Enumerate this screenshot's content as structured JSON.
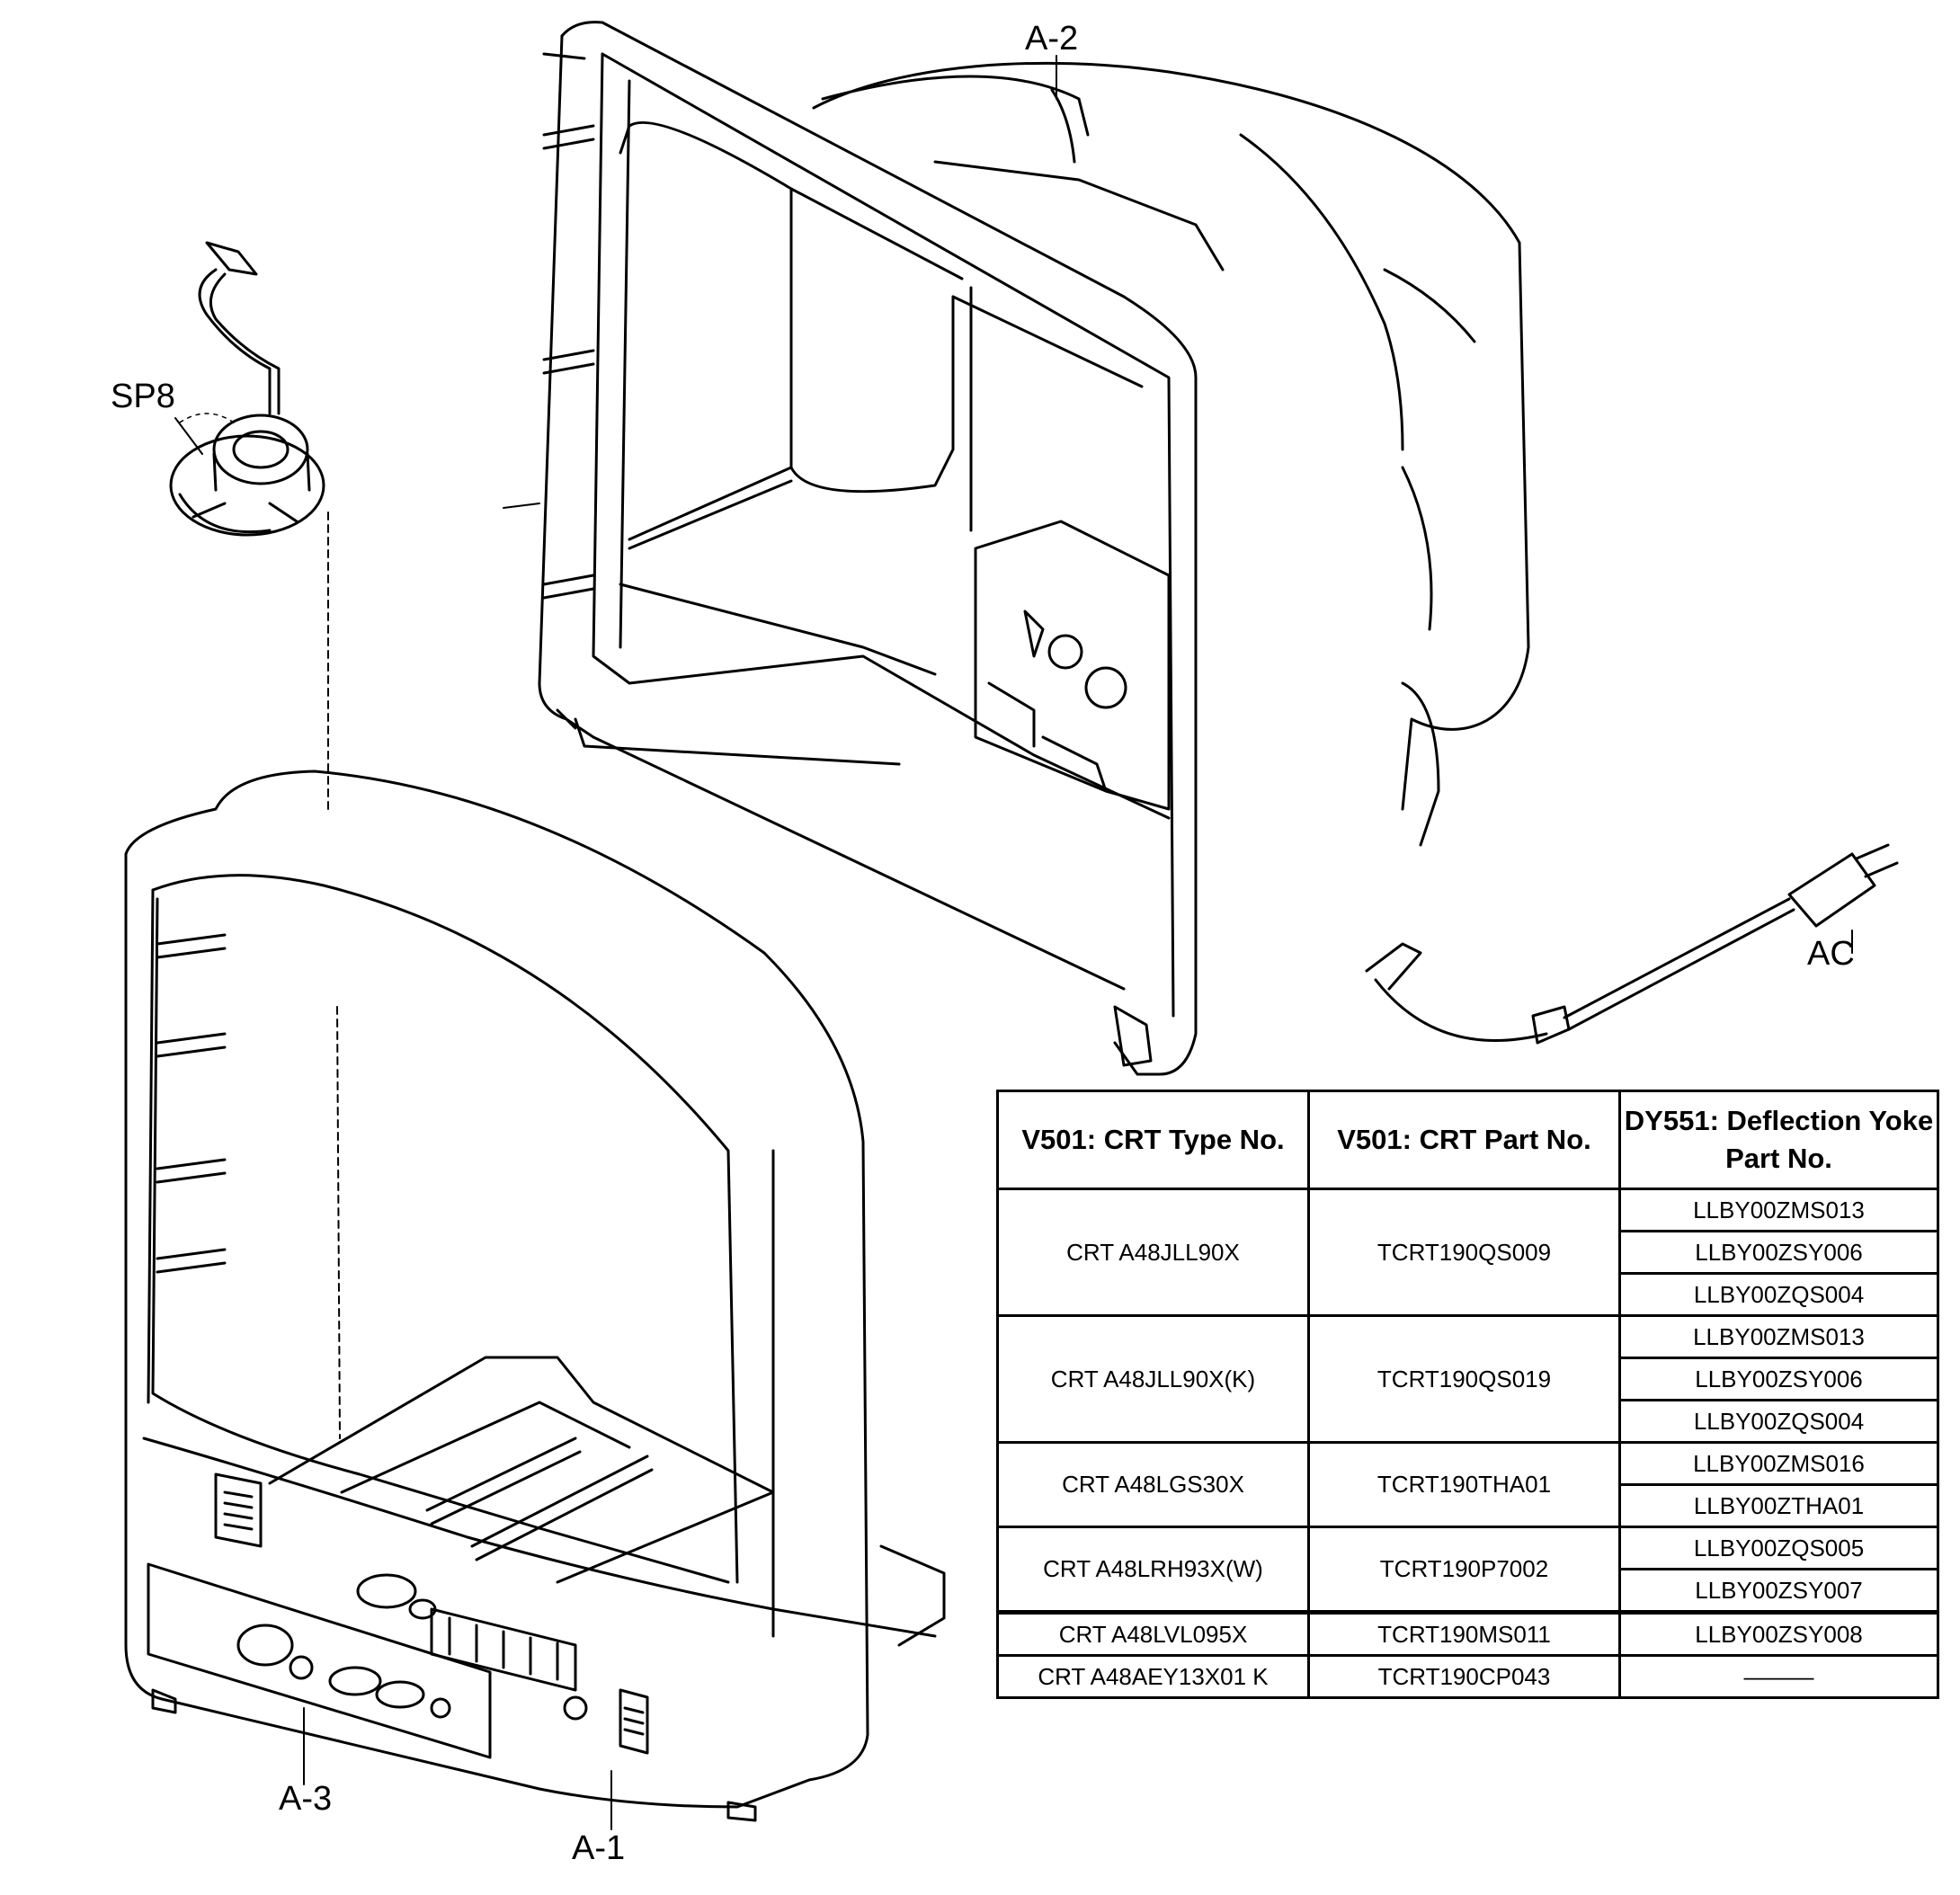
{
  "labels": {
    "a2": "A-2",
    "sp8": "SP8",
    "ac": "AC",
    "a3": "A-3",
    "a1": "A-1"
  },
  "table": {
    "headers": [
      "V501: CRT Type No.",
      "V501: CRT Part No.",
      "DY551: Deflection Yoke Part No."
    ],
    "groups": [
      {
        "crt_type": "CRT A48JLL90X",
        "crt_part": "TCRT190QS009",
        "yokes": [
          "LLBY00ZMS013",
          "LLBY00ZSY006",
          "LLBY00ZQS004"
        ]
      },
      {
        "crt_type": "CRT A48JLL90X(K)",
        "crt_part": "TCRT190QS019",
        "yokes": [
          "LLBY00ZMS013",
          "LLBY00ZSY006",
          "LLBY00ZQS004"
        ]
      },
      {
        "crt_type": "CRT A48LGS30X",
        "crt_part": "TCRT190THA01",
        "yokes": [
          "LLBY00ZMS016",
          "LLBY00ZTHA01"
        ]
      },
      {
        "crt_type": "CRT A48LRH93X(W)",
        "crt_part": "TCRT190P7002",
        "yokes": [
          "LLBY00ZQS005",
          "LLBY00ZSY007"
        ]
      },
      {
        "crt_type": "CRT A48LVL095X",
        "crt_part": "TCRT190MS011",
        "yokes": [
          "LLBY00ZSY008"
        ]
      },
      {
        "crt_type": "CRT A48AEY13X01 K",
        "crt_part": "TCRT190CP043",
        "yokes": [
          "———"
        ]
      }
    ]
  }
}
